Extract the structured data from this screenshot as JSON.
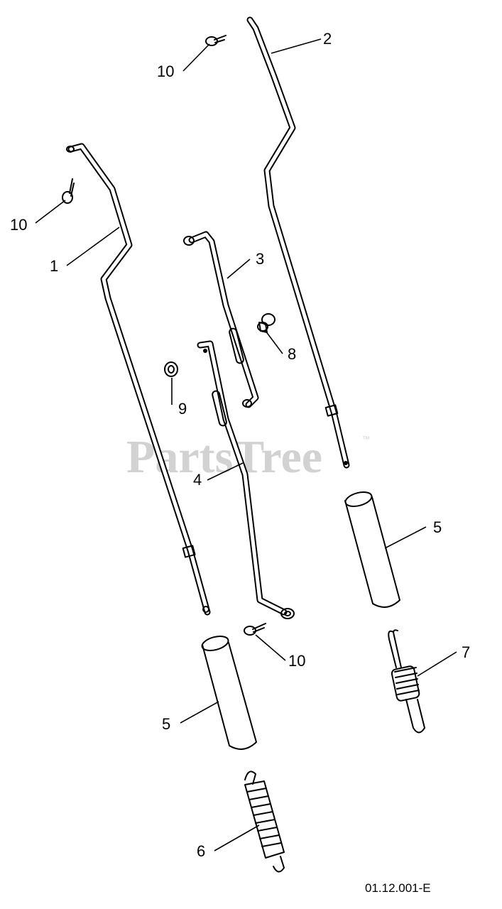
{
  "watermark": {
    "text": "PartsTree",
    "trademark": "™"
  },
  "drawing_code": "01.12.001-E",
  "callouts": [
    {
      "id": "c10a",
      "label": "10"
    },
    {
      "id": "c2",
      "label": "2"
    },
    {
      "id": "c10b",
      "label": "10"
    },
    {
      "id": "c1",
      "label": "1"
    },
    {
      "id": "c3",
      "label": "3"
    },
    {
      "id": "c8",
      "label": "8"
    },
    {
      "id": "c9",
      "label": "9"
    },
    {
      "id": "c4",
      "label": "4"
    },
    {
      "id": "c5a",
      "label": "5"
    },
    {
      "id": "c10c",
      "label": "10"
    },
    {
      "id": "c7",
      "label": "7"
    },
    {
      "id": "c5b",
      "label": "5"
    },
    {
      "id": "c6",
      "label": "6"
    }
  ]
}
